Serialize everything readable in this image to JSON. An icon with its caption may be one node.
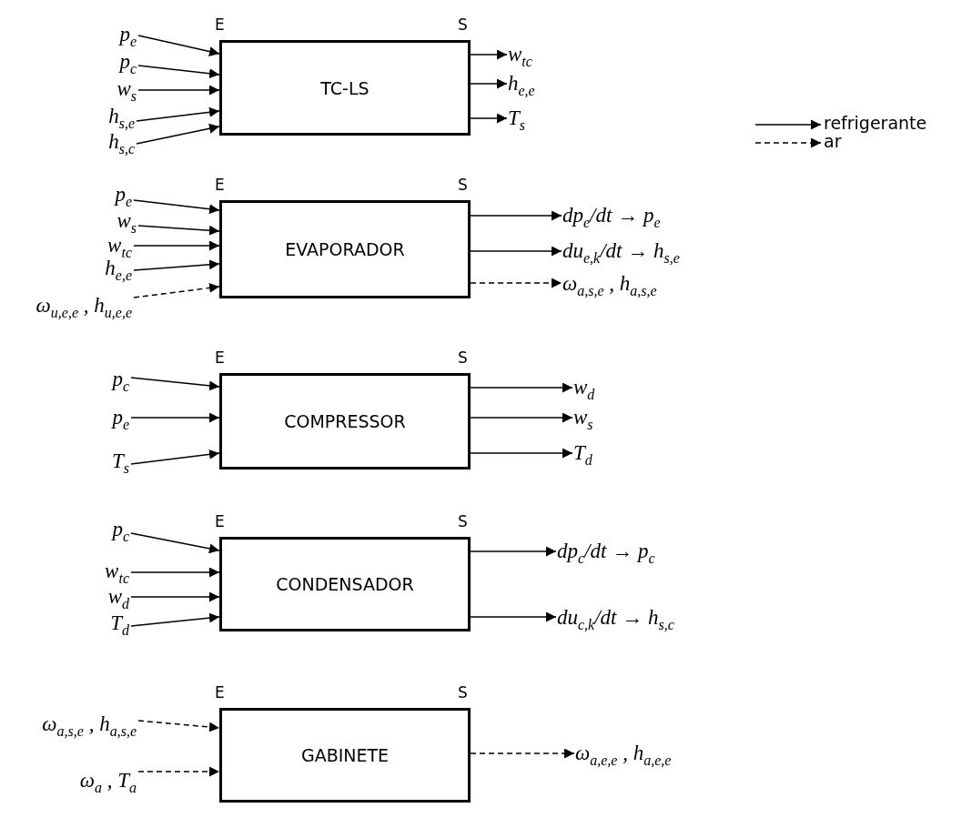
{
  "diagram": {
    "nodes": [
      {
        "text": [
          "p$_{e}$"
        ]
      },
      {
        "text": [
          "p$_{c}$"
        ]
      },
      {
        "text": [
          "w$_{s}$"
        ]
      },
      {
        "text": [
          "h$_{s,e}$"
        ]
      },
      {
        "text": [
          "h$_{s,c}$"
        ]
      },
      {
        "text": [
          "TC-LS"
        ],
        "beside": [
          "E",
          "S"
        ]
      },
      {
        "text": [
          "w$_{tc}$"
        ]
      },
      {
        "text": [
          "h$_{e,e}$"
        ]
      },
      {
        "text": [
          "T$_{s}$"
        ]
      },
      {
        "text": [
          "p$_{e}$"
        ]
      },
      {
        "text": [
          "w$_{s}$"
        ]
      },
      {
        "text": [
          "w$_{tc}$"
        ]
      },
      {
        "text": [
          "h$_{e,e}$"
        ]
      },
      {
        "text": [
          "ω$_{u,e,e}$ , h$_{u,e,e}$"
        ]
      },
      {
        "text": [
          "EVAPORADOR"
        ],
        "beside": [
          "E",
          "S"
        ]
      },
      {
        "text": [
          "dp$_{e}$/dt → p$_{e}$"
        ]
      },
      {
        "text": [
          "du$_{e,k}$/dt → h$_{s,e}$"
        ]
      },
      {
        "text": [
          "ω$_{a,s,e}$ , h$_{a,s,e}$"
        ]
      },
      {
        "text": [
          "p$_{c}$"
        ]
      },
      {
        "text": [
          "p$_{e}$"
        ]
      },
      {
        "text": [
          "T$_{s}$"
        ]
      },
      {
        "text": [
          "COMPRESSOR"
        ],
        "beside": [
          "E",
          "S"
        ]
      },
      {
        "text": [
          "w$_{d}$"
        ]
      },
      {
        "text": [
          "w$_{s}$"
        ]
      },
      {
        "text": [
          "T$_{d}$"
        ]
      },
      {
        "text": [
          "p$_{c}$"
        ]
      },
      {
        "text": [
          "w$_{tc}$"
        ]
      },
      {
        "text": [
          "w$_{d}$"
        ]
      },
      {
        "text": [
          "T$_{d}$"
        ]
      },
      {
        "text": [
          "CONDENSADOR"
        ],
        "beside": [
          "E",
          "S"
        ]
      },
      {
        "text": [
          "dp$_{c}$/dt → p$_{c}$"
        ]
      },
      {
        "text": [
          "du$_{c,k}$/dt → h$_{s,c}$"
        ]
      },
      {
        "text": [
          "ω$_{a,s,e}$ , h$_{a,s,e}$"
        ]
      },
      {
        "text": [
          "ω$_{a}$ , T$_{a}$"
        ]
      },
      {
        "text": [
          "GABINETE"
        ],
        "beside": [
          "E",
          "S"
        ]
      },
      {
        "text": [
          "ω$_{a,e,e}$ , h$_{a,e,e}$"
        ]
      }
    ],
    "edges": [
      {
        "from": 0,
        "to": 5,
        "arrow": "to"
      },
      {
        "from": 1,
        "to": 5,
        "arrow": "to"
      },
      {
        "from": 2,
        "to": 5,
        "arrow": "to"
      },
      {
        "from": 3,
        "to": 5,
        "arrow": "to"
      },
      {
        "from": 4,
        "to": 5,
        "arrow": "to"
      },
      {
        "from": 5,
        "to": 6,
        "arrow": "to"
      },
      {
        "from": 5,
        "to": 7,
        "arrow": "to"
      },
      {
        "from": 5,
        "to": 8,
        "arrow": "to"
      },
      {
        "from": 9,
        "to": 14,
        "arrow": "to"
      },
      {
        "from": 10,
        "to": 14,
        "arrow": "to"
      },
      {
        "from": 11,
        "to": 14,
        "arrow": "to"
      },
      {
        "from": 12,
        "to": 14,
        "arrow": "to"
      },
      {
        "from": 13,
        "to": 14,
        "arrow": "to",
        "style": "dashed"
      },
      {
        "from": 14,
        "to": 15,
        "arrow": "to"
      },
      {
        "from": 14,
        "to": 16,
        "arrow": "to"
      },
      {
        "from": 14,
        "to": 17,
        "arrow": "to",
        "style": "dashed"
      },
      {
        "from": 18,
        "to": 21,
        "arrow": "to"
      },
      {
        "from": 19,
        "to": 21,
        "arrow": "to"
      },
      {
        "from": 20,
        "to": 21,
        "arrow": "to"
      },
      {
        "from": 21,
        "to": 22,
        "arrow": "to"
      },
      {
        "from": 21,
        "to": 23,
        "arrow": "to"
      },
      {
        "from": 21,
        "to": 24,
        "arrow": "to"
      },
      {
        "from": 25,
        "to": 29,
        "arrow": "to"
      },
      {
        "from": 26,
        "to": 29,
        "arrow": "to"
      },
      {
        "from": 27,
        "to": 29,
        "arrow": "to"
      },
      {
        "from": 28,
        "to": 29,
        "arrow": "to"
      },
      {
        "from": 29,
        "to": 30,
        "arrow": "to"
      },
      {
        "from": 29,
        "to": 31,
        "arrow": "to"
      },
      {
        "from": 32,
        "to": 34,
        "arrow": "to",
        "style": "dashed"
      },
      {
        "from": 33,
        "to": 34,
        "arrow": "to",
        "style": "dashed"
      },
      {
        "from": 34,
        "to": 35,
        "arrow": "to",
        "style": "dashed"
      }
    ],
    "legend": [
      {
        "text": "refrigerante"
      },
      {
        "text": "ar"
      }
    ]
  }
}
